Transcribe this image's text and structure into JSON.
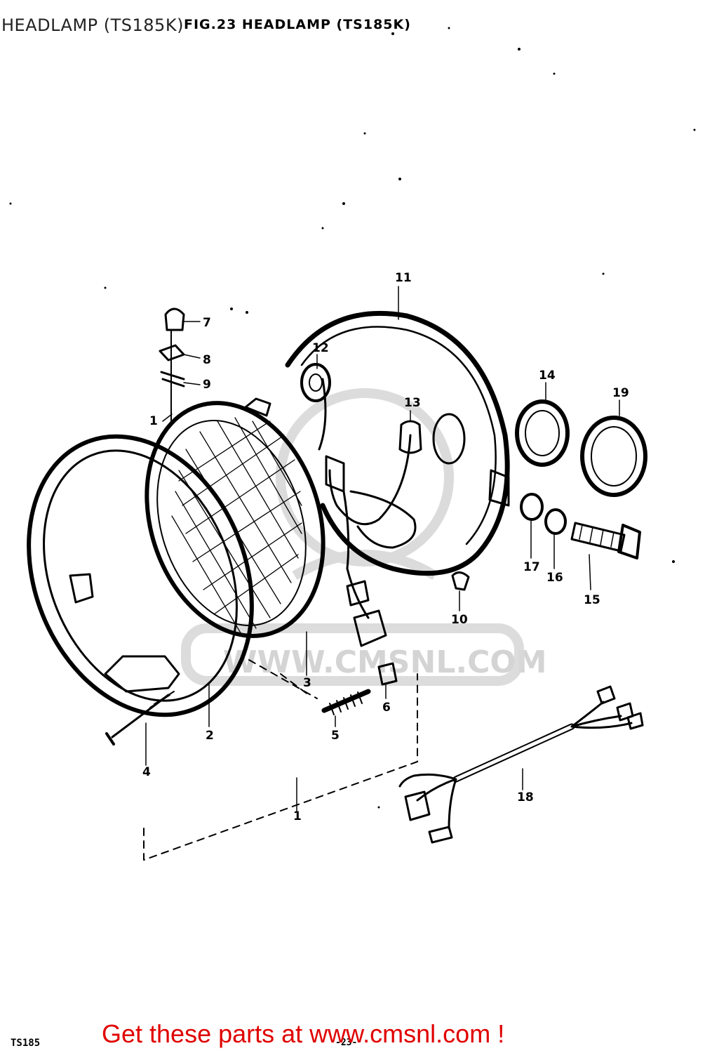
{
  "header": {
    "title": "HEADLAMP (TS185K)",
    "figure_title": "FIG.23  HEADLAMP (TS185K)"
  },
  "watermark": {
    "text": "WWW.CMSNL.COM"
  },
  "parts": [
    {
      "ref": "1"
    },
    {
      "ref": "1"
    },
    {
      "ref": "2"
    },
    {
      "ref": "3"
    },
    {
      "ref": "4"
    },
    {
      "ref": "5"
    },
    {
      "ref": "6"
    },
    {
      "ref": "7"
    },
    {
      "ref": "8"
    },
    {
      "ref": "9"
    },
    {
      "ref": "10"
    },
    {
      "ref": "11"
    },
    {
      "ref": "12"
    },
    {
      "ref": "13"
    },
    {
      "ref": "14"
    },
    {
      "ref": "15"
    },
    {
      "ref": "16"
    },
    {
      "ref": "17"
    },
    {
      "ref": "18"
    },
    {
      "ref": "19"
    }
  ],
  "footer": {
    "page_code": "TS185",
    "page_number": "-23-",
    "cta": "Get these parts at www.cmsnl.com !"
  },
  "colors": {
    "line": "#000000",
    "watermark": "#d4d4d4",
    "cta": "#e00000"
  }
}
